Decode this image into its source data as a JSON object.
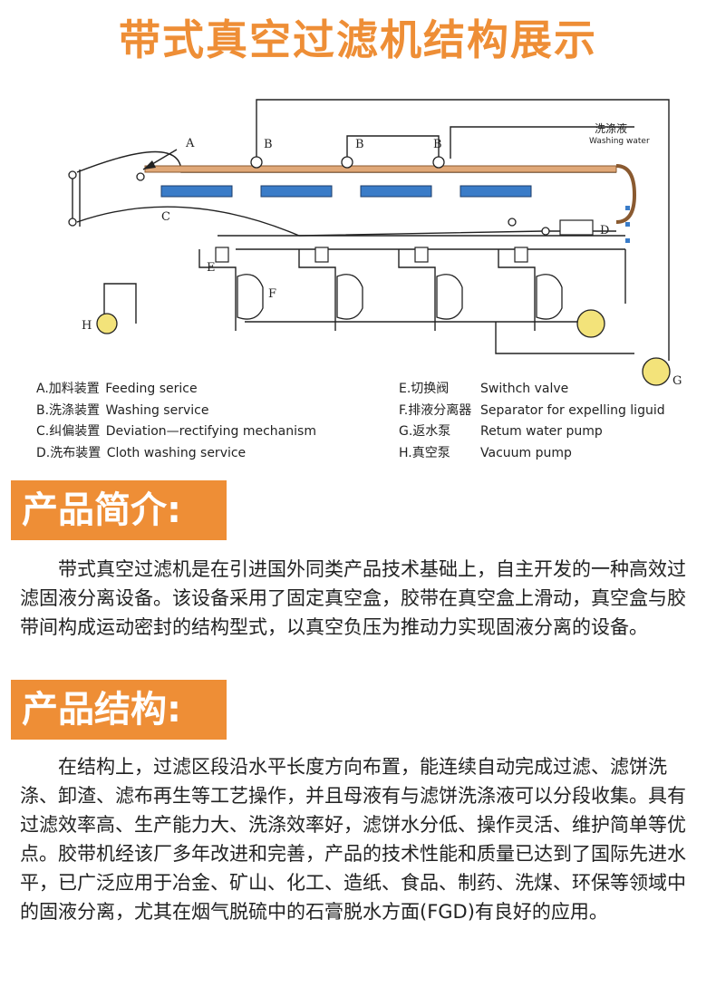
{
  "title": "带式真空过滤机结构展示",
  "diagram": {
    "callouts": {
      "A": "A",
      "B1": "B",
      "B2": "B",
      "B3": "B",
      "C": "C",
      "D": "D",
      "E": "E",
      "F": "F",
      "G": "G",
      "H": "H"
    },
    "washing_cn": "洗涤液",
    "washing_en": "Washing water"
  },
  "legend_left": [
    {
      "code": "A.加料装置",
      "en": "Feeding serice"
    },
    {
      "code": "B.洗涤装置",
      "en": "Washing service"
    },
    {
      "code": "C.纠偏装置",
      "en": "Deviation—rectifying mechanism"
    },
    {
      "code": "D.洗布装置",
      "en": "Cloth washing service"
    }
  ],
  "legend_right": [
    {
      "code": "E.切换阀",
      "en": "Swithch valve"
    },
    {
      "code": "F.排液分离器",
      "en": "Separator for expelling liguid"
    },
    {
      "code": "G.返水泵",
      "en": "Retum water pump"
    },
    {
      "code": "H.真空泵",
      "en": "Vacuum pump"
    }
  ],
  "intro": {
    "heading": "产品简介:",
    "text": "带式真空过滤机是在引进国外同类产品技术基础上，自主开发的一种高效过滤固液分离设备。该设备采用了固定真空盒，胶带在真空盒上滑动，真空盒与胶带间构成运动密封的结构型式，以真空负压为推动力实现固液分离的设备。"
  },
  "structure": {
    "heading": "产品结构:",
    "text": "在结构上，过滤区段沿水平长度方向布置，能连续自动完成过滤、滤饼洗涤、卸渣、滤布再生等工艺操作，并且母液有与滤饼洗涤液可以分段收集。具有过滤效率高、生产能力大、洗涤效率好，滤饼水分低、操作灵活、维护简单等优点。胶带机经该厂多年改进和完善，产品的技术性能和质量已达到了国际先进水平，已广泛应用于冶金、矿山、化工、造纸、食品、制药、洗煤、环保等领域中的固液分离，尤其在烟气脱硫中的石膏脱水方面(FGD)有良好的应用。"
  },
  "colors": {
    "accent": "#ee8e36",
    "belt": "#e0a878",
    "vacuum_box": "#3a7cc8",
    "pump_fill": "#f3e37a"
  }
}
